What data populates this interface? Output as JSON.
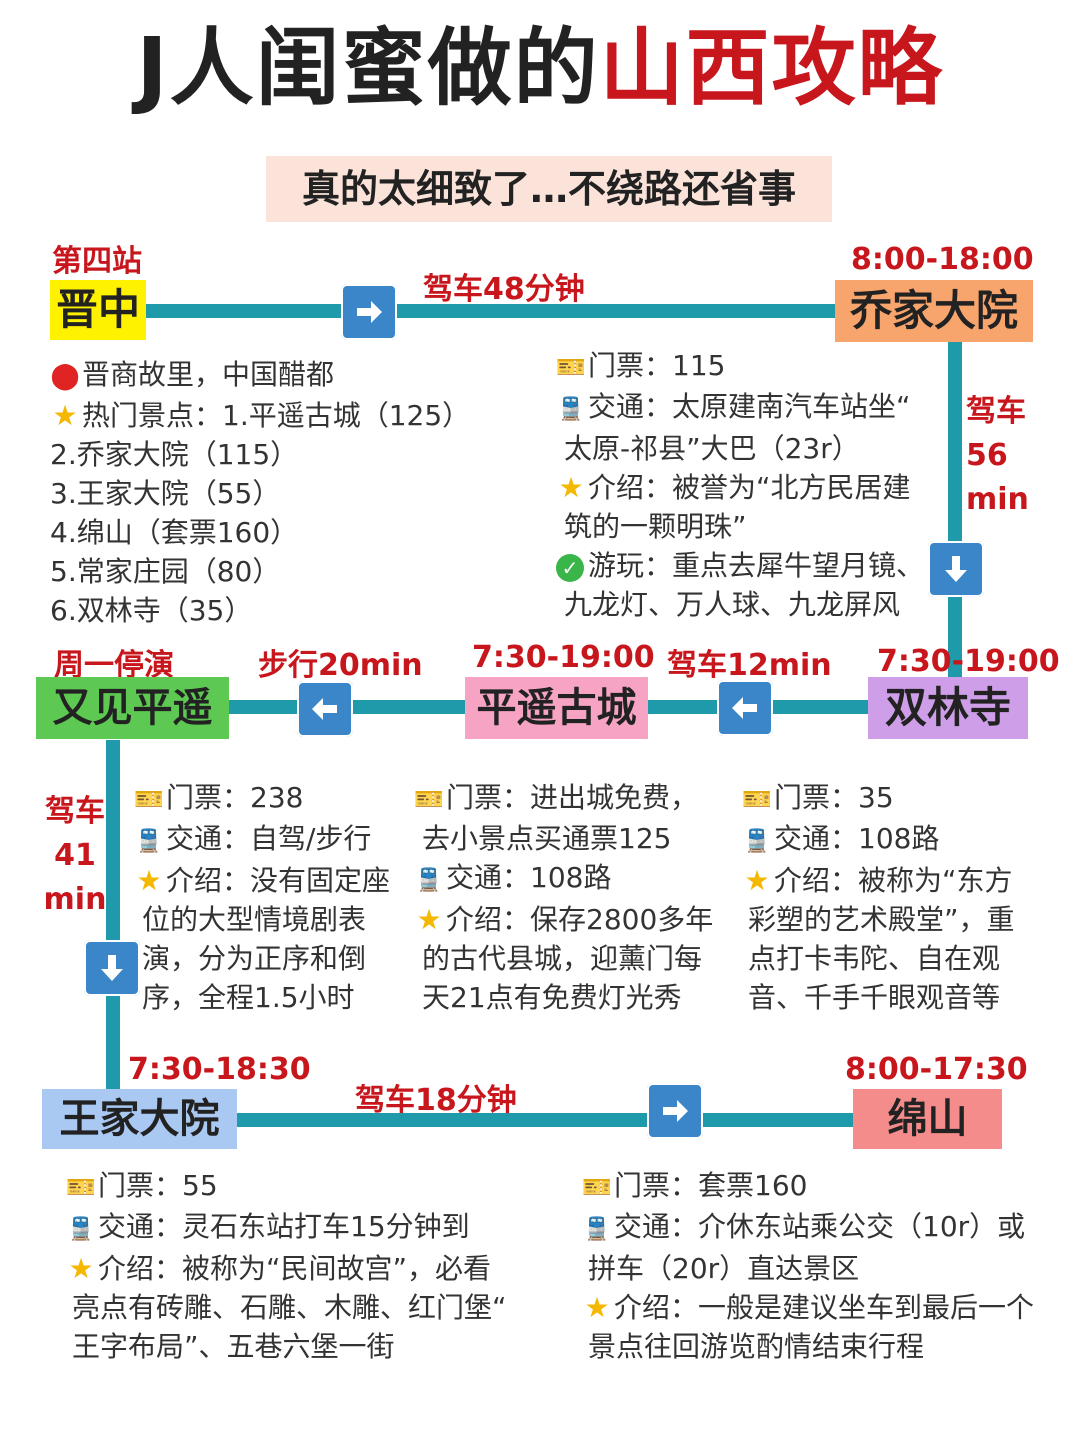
{
  "title": {
    "part1": "J人闺蜜做的",
    "part2": "山西攻略"
  },
  "subtitle": "真的太细致了…不绕路还省事",
  "colors": {
    "line": "#1e9aaa",
    "arrow": "#3a86c8",
    "accent_red": "#c8161d"
  },
  "icons": [
    "ticket-icon",
    "train-icon",
    "star-icon",
    "pin-icon",
    "check-icon",
    "arrow-right-icon",
    "arrow-down-icon",
    "arrow-left-icon"
  ],
  "stations": {
    "jinzhong": {
      "tag": "第四站",
      "name": "晋中"
    },
    "qiaojia": {
      "hours": "8:00-18:00",
      "name": "乔家大院"
    },
    "shuanglin": {
      "hours": "7:30-19:00",
      "name": "双林寺"
    },
    "pingyao": {
      "hours": "7:30-19:00",
      "name": "平遥古城"
    },
    "youjian": {
      "note": "周一停演",
      "name": "又见平遥"
    },
    "wangjia": {
      "hours": "7:30-18:30",
      "name": "王家大院"
    },
    "mianshan": {
      "hours": "8:00-17:30",
      "name": "绵山"
    }
  },
  "routes": {
    "jinzhong_qiaojia": "驾车48分钟",
    "qiaojia_shuanglin": [
      "驾车",
      "56",
      "min"
    ],
    "shuanglin_pingyao": "驾车12min",
    "pingyao_youjian": "步行20min",
    "youjian_wangjia": [
      "驾车",
      "41",
      "min"
    ],
    "wangjia_mianshan": "驾车18分钟"
  },
  "jinzhong_info": {
    "line1": "晋商故里，中国醋都",
    "line2": "热门景点：1.平遥古城（125）",
    "line3": "2.乔家大院（115）",
    "line4": "3.王家大院（55）",
    "line5": "4.绵山（套票160）",
    "line6": "5.常家庄园（80）",
    "line7": "6.双林寺（35）"
  },
  "qiaojia_info": {
    "ticket": "门票：115",
    "traffic1": "交通：太原建南汽车站坐“",
    "traffic2": "太原-祁县”大巴（23r）",
    "intro1": "介绍：被誉为“北方民居建",
    "intro2": "筑的一颗明珠”",
    "play1": "游玩：重点去犀牛望月镜、",
    "play2": "九龙灯、万人球、九龙屏风"
  },
  "youjian_info": {
    "ticket": "门票：238",
    "traffic": "交通：自驾/步行",
    "intro1": "介绍：没有固定座",
    "intro2": "位的大型情境剧表",
    "intro3": "演，分为正序和倒",
    "intro4": "序，全程1.5小时"
  },
  "pingyao_info": {
    "ticket1": "门票：进出城免费，",
    "ticket2": "去小景点买通票125",
    "traffic": "交通：108路",
    "intro1": "介绍：保存2800多年",
    "intro2": "的古代县城，迎薰门每",
    "intro3": "天21点有免费灯光秀"
  },
  "shuanglin_info": {
    "ticket": "门票：35",
    "traffic": "交通：108路",
    "intro1": "介绍：被称为“东方",
    "intro2": "彩塑的艺术殿堂”，重",
    "intro3": "点打卡韦陀、自在观",
    "intro4": "音、千手千眼观音等"
  },
  "wangjia_info": {
    "ticket": "门票：55",
    "traffic": "交通：灵石东站打车15分钟到",
    "intro1": "介绍：被称为“民间故宫”，必看",
    "intro2": "亮点有砖雕、石雕、木雕、红门堡“",
    "intro3": "王字布局”、五巷六堡一街"
  },
  "mianshan_info": {
    "ticket": "门票：套票160",
    "traffic1": "交通：介休东站乘公交（10r）或",
    "traffic2": "拼车（20r）直达景区",
    "intro1": "介绍：一般是建议坐车到最后一个",
    "intro2": "景点往回游览酌情结束行程"
  }
}
